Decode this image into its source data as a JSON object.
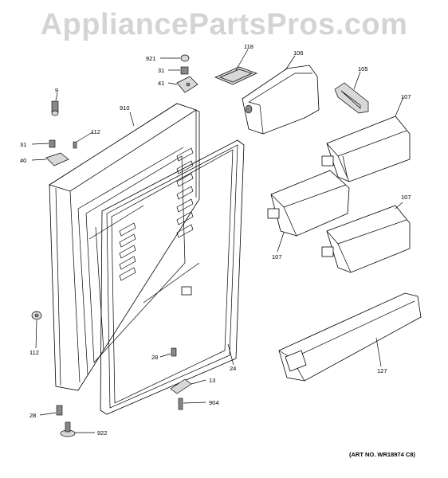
{
  "watermark": "AppliancePartsPros.com",
  "art_number": "(ART NO. WR18974 C8)",
  "callouts": {
    "c921": "921",
    "c31a": "31",
    "c41": "41",
    "c118": "118",
    "c106": "106",
    "c105": "105",
    "c9": "9",
    "c910": "910",
    "c112a": "112",
    "c31b": "31",
    "c40": "40",
    "c107a": "107",
    "c107b": "107",
    "c107c": "107",
    "c112b": "112",
    "c28a": "28",
    "c24": "24",
    "c13": "13",
    "c904": "904",
    "c28b": "28",
    "c922": "922",
    "c127": "127"
  }
}
